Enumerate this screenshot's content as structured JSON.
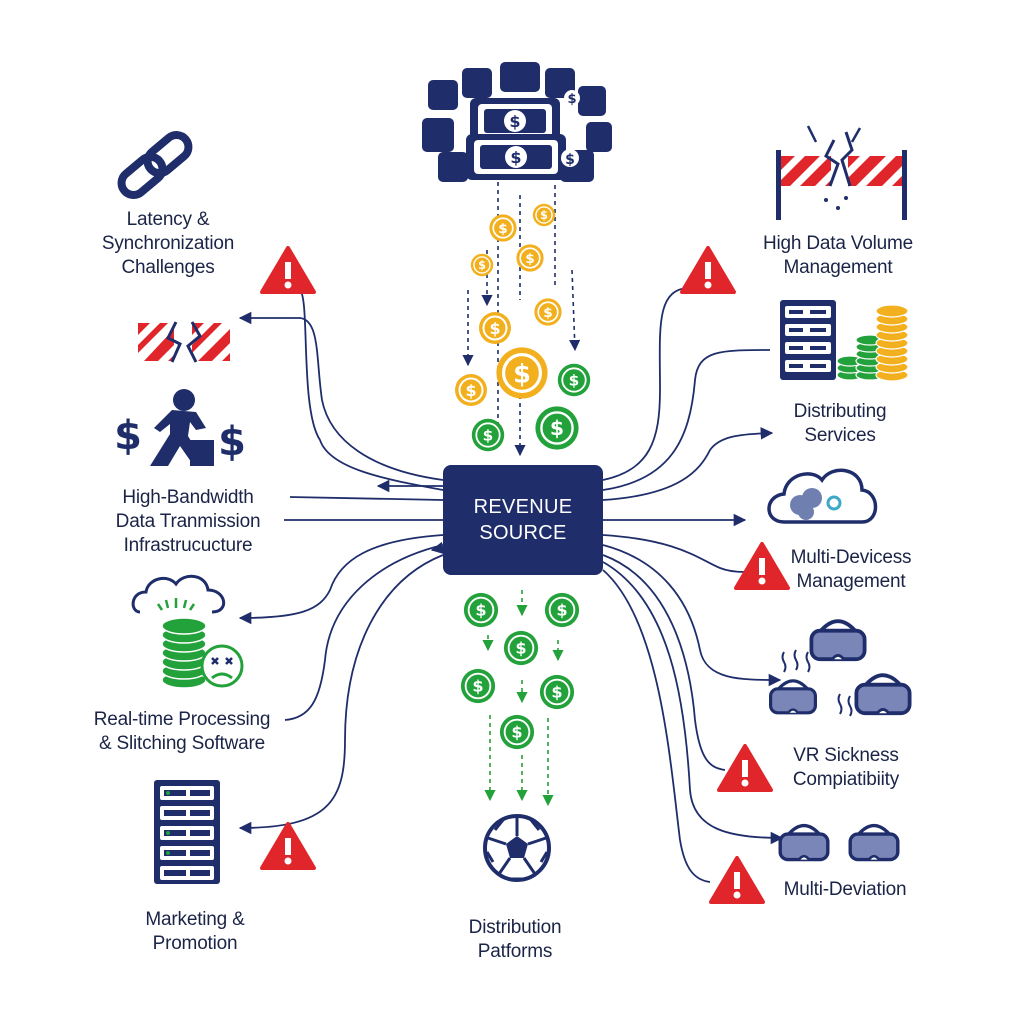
{
  "colors": {
    "navy": "#1f2e6b",
    "red": "#e0262b",
    "gold": "#f2b01e",
    "green": "#23a13a",
    "slate": "#6f7fb0"
  },
  "core": {
    "line1": "REVENUE",
    "line2": "SOURCE"
  },
  "labels": {
    "latency": [
      "Latency &",
      "Synchronization",
      "Challenges"
    ],
    "bandwidth": [
      "High-Bandwidth",
      "Data Tranmission",
      "Infrastrucucture"
    ],
    "realtime": [
      "Real-time Processing",
      "& Slitching Software"
    ],
    "marketing": [
      "Marketing &",
      "Promotion"
    ],
    "distribution_platforms": [
      "Distribution",
      "Patforms"
    ],
    "high_data": [
      "High Data Volume",
      "Management"
    ],
    "distributing": [
      "Distributing",
      "Services"
    ],
    "multi_devices": [
      "Multi-Devicess",
      "Management"
    ],
    "vr_sickness": [
      "VR Sickness",
      "Compiatibiity"
    ],
    "multi_deviation": [
      "Multi-Deviation"
    ]
  },
  "icons": [
    "money-stack-icon",
    "chain-link-icon",
    "warning-icon",
    "broken-barrier-icon",
    "person-dollar-icon",
    "cloud-coins-icon",
    "server-rack-icon",
    "soccer-ball-icon",
    "cloud-icon",
    "vr-headset-icon"
  ]
}
